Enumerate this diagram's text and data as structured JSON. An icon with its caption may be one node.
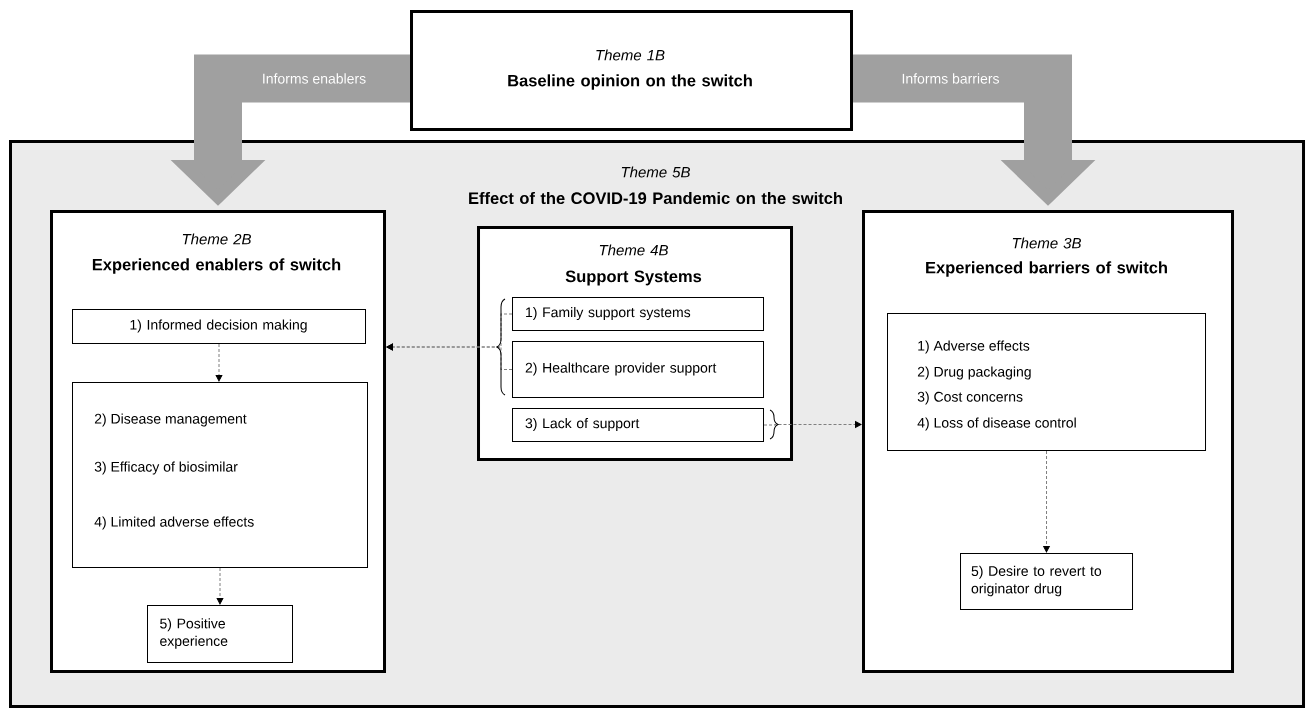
{
  "diagram": {
    "nodes": [
      {
        "text": [
          "Theme 1B",
          "Baseline opinion on the switch"
        ]
      },
      {
        "text": [
          "Theme 5B",
          "Effect of the COVID-19 Pandemic on the switch"
        ]
      },
      {
        "text": [
          "Theme 2B",
          "Experienced enablers of switch"
        ],
        "in": 1
      },
      {
        "text": [
          "1) Informed decision making"
        ],
        "in": 2
      },
      {
        "text": [
          "2) Disease management",
          "3) Efficacy of biosimilar",
          "4) Limited adverse effects"
        ],
        "in": 2
      },
      {
        "text": [
          "5) Positive experience"
        ],
        "in": 2
      },
      {
        "text": [
          "Theme 4B",
          "Support Systems"
        ],
        "in": 1
      },
      {
        "text": [
          "1) Family support systems"
        ],
        "in": 6
      },
      {
        "text": [
          "2) Healthcare provider support"
        ],
        "in": 6
      },
      {
        "text": [
          "3) Lack of support"
        ],
        "in": 6
      },
      {
        "text": [
          "Theme 3B",
          "Experienced barriers of switch"
        ],
        "in": 1
      },
      {
        "text": [
          "1) Adverse effects",
          "2) Drug packaging",
          "3) Cost concerns",
          "4) Loss of disease control"
        ],
        "in": 10
      },
      {
        "text": [
          "5) Desire to revert to originator drug"
        ],
        "in": 10
      }
    ],
    "edges": [
      {
        "from": 0,
        "to": 2,
        "arrow": "to",
        "label": "Informs enablers",
        "style": "thick",
        "color": "#a0a0a0"
      },
      {
        "from": 0,
        "to": 10,
        "arrow": "to",
        "label": "Informs barriers",
        "style": "thick",
        "color": "#a0a0a0"
      },
      {
        "from": 3,
        "to": 4,
        "arrow": "to",
        "style": "dashed"
      },
      {
        "from": 4,
        "to": 5,
        "arrow": "to",
        "style": "dashed"
      },
      {
        "from": 7,
        "to": 2,
        "arrow": "to",
        "style": "dashed"
      },
      {
        "from": 8,
        "to": 2,
        "arrow": "to",
        "style": "dashed"
      },
      {
        "from": 9,
        "to": 10,
        "arrow": "to",
        "style": "dashed"
      },
      {
        "from": 11,
        "to": 12,
        "arrow": "to",
        "style": "dashed"
      }
    ]
  }
}
